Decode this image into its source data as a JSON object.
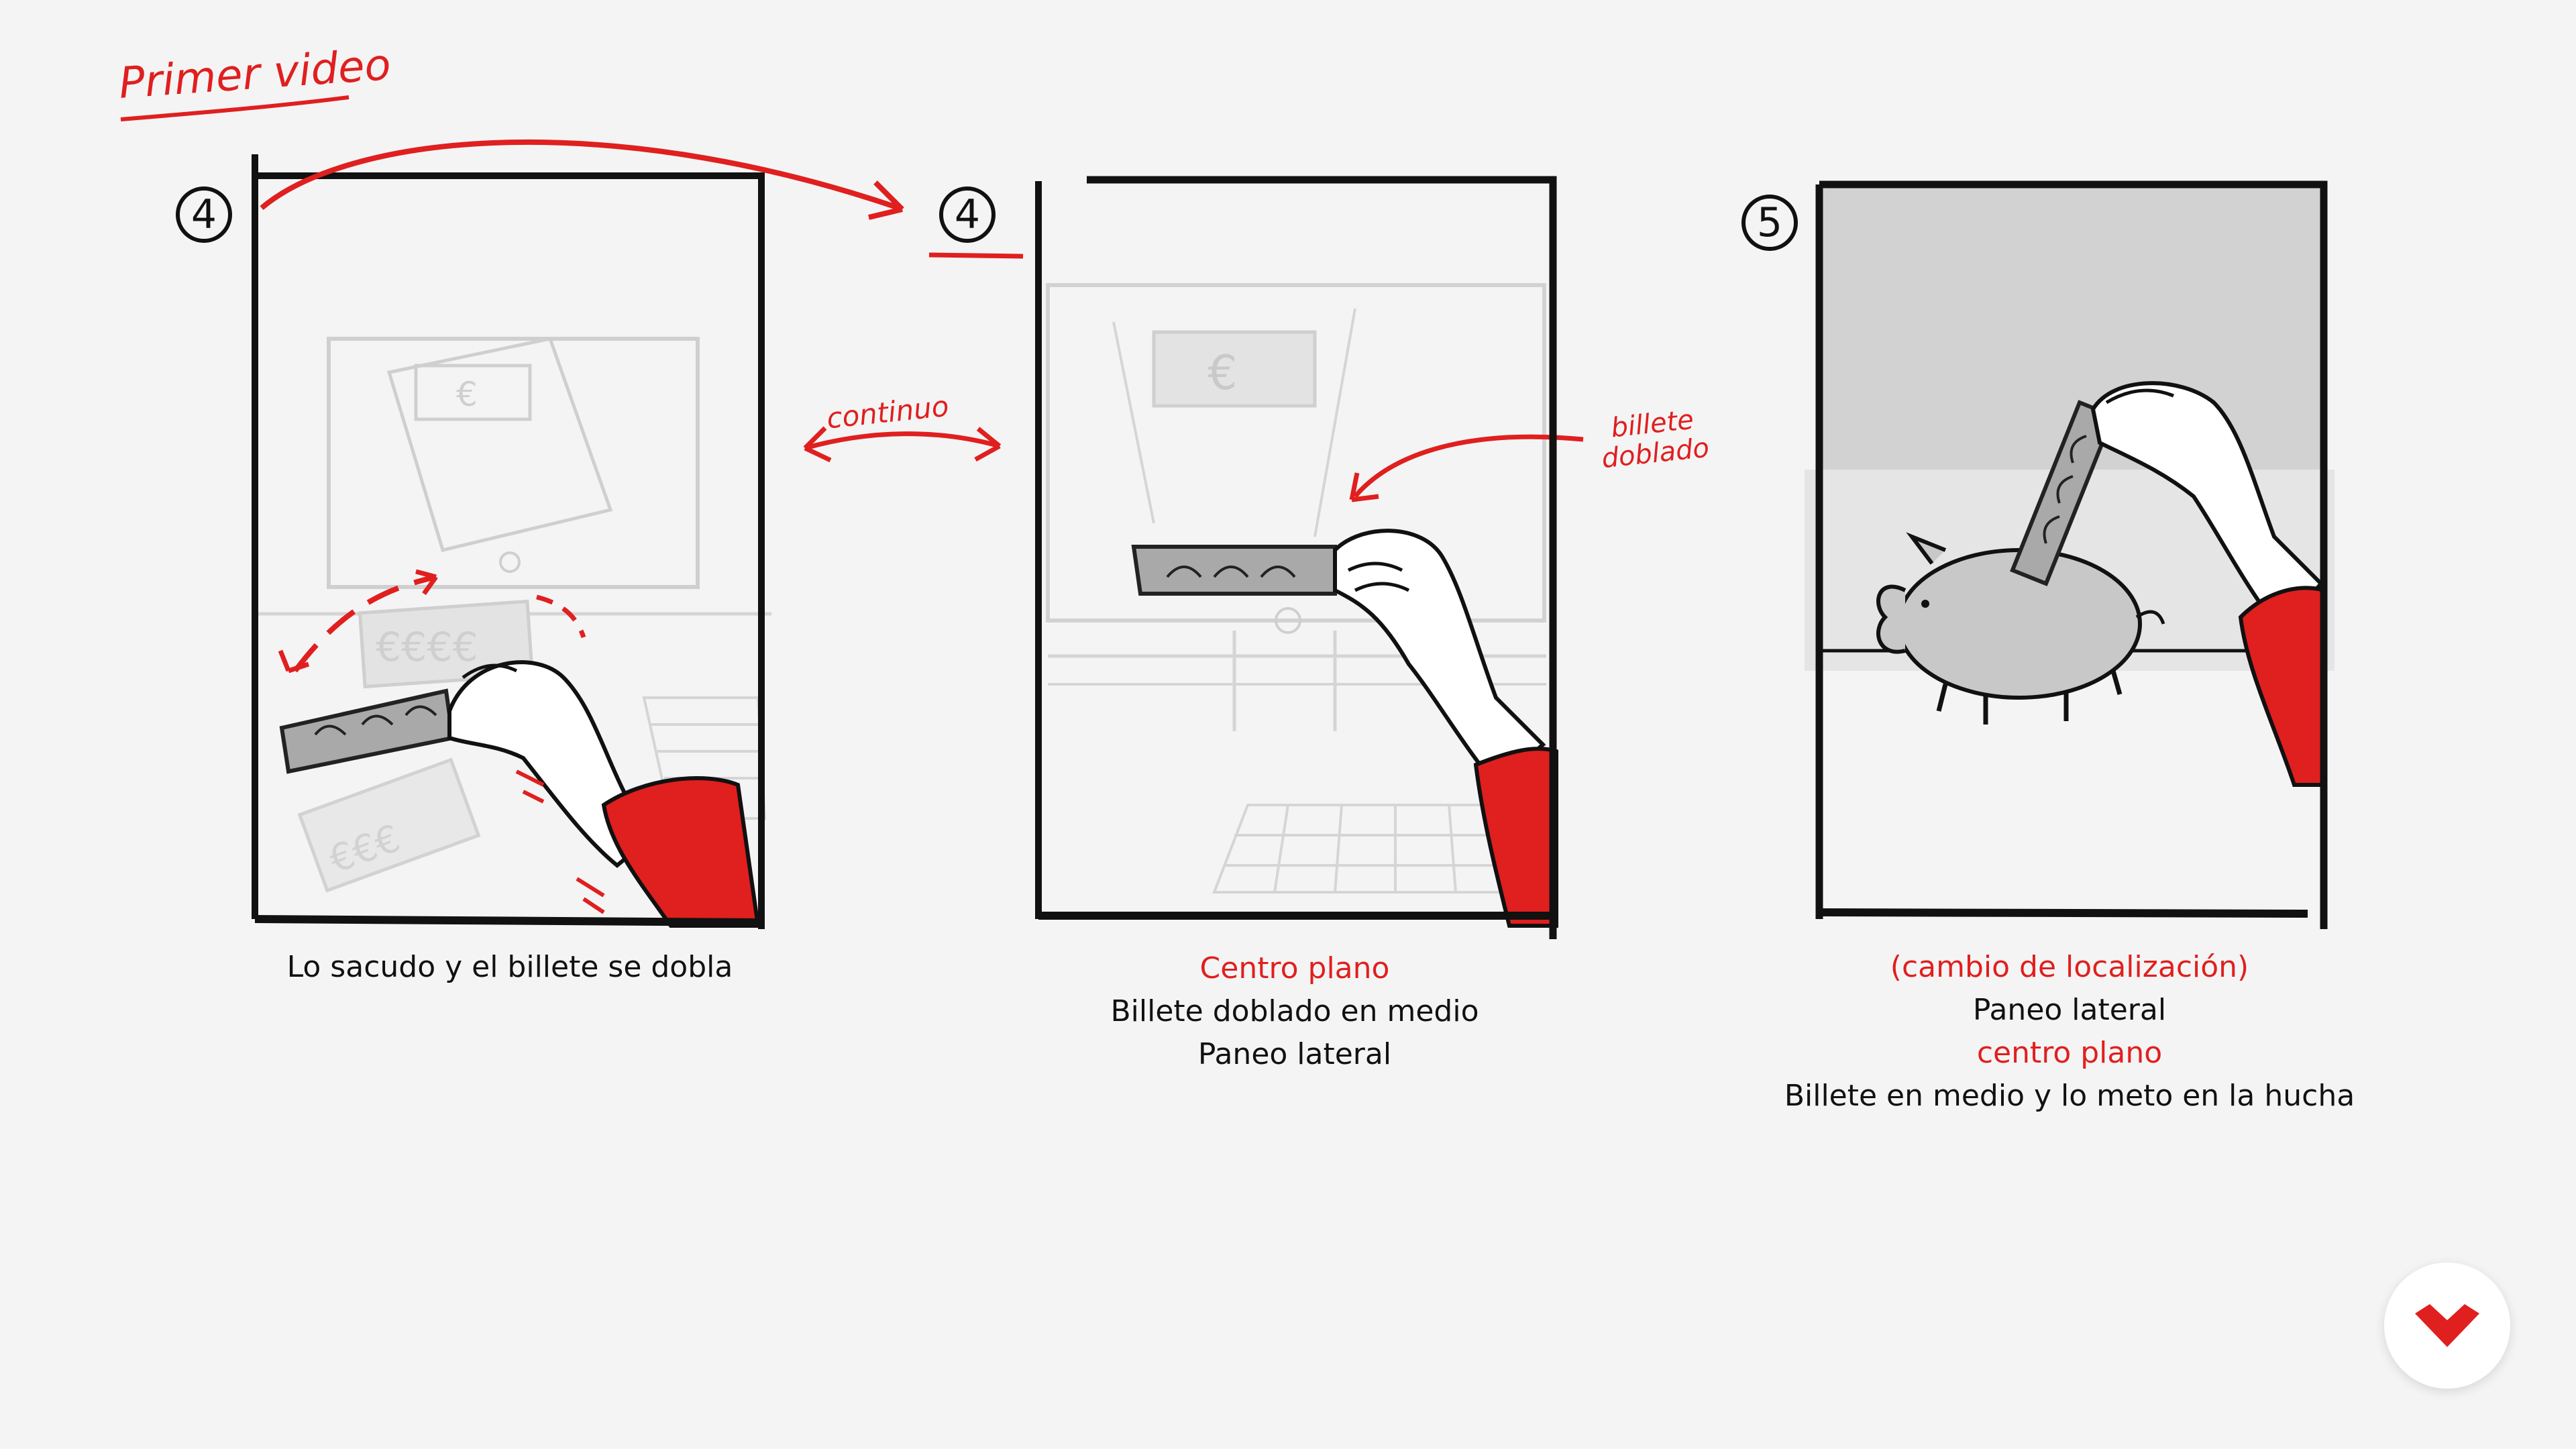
{
  "title": "Primer video",
  "frames": [
    {
      "number": "4",
      "caption_lines": [
        {
          "text": "Lo sacudo y el billete se dobla",
          "color": "black"
        }
      ]
    },
    {
      "number": "4",
      "caption_lines": [
        {
          "text": "Centro plano",
          "color": "red"
        },
        {
          "text": "Billete doblado en medio",
          "color": "black"
        },
        {
          "text": "Paneo lateral",
          "color": "black"
        }
      ]
    },
    {
      "number": "5",
      "caption_lines": [
        {
          "text": "(cambio de localización)",
          "color": "red"
        },
        {
          "text": "Paneo lateral",
          "color": "black"
        },
        {
          "text": "centro plano",
          "color": "red"
        },
        {
          "text": "Billete en medio y lo meto en la hucha",
          "color": "black"
        }
      ]
    }
  ],
  "annotations": {
    "continuo": "continuo",
    "billete_line1": "billete",
    "billete_line2": "doblado"
  },
  "colors": {
    "accent": "#e01f1f",
    "ink": "#111111",
    "pencil": "#bdbdbd",
    "background": "#f4f4f4"
  },
  "logo": {
    "icon": "brand-chevron-icon"
  }
}
